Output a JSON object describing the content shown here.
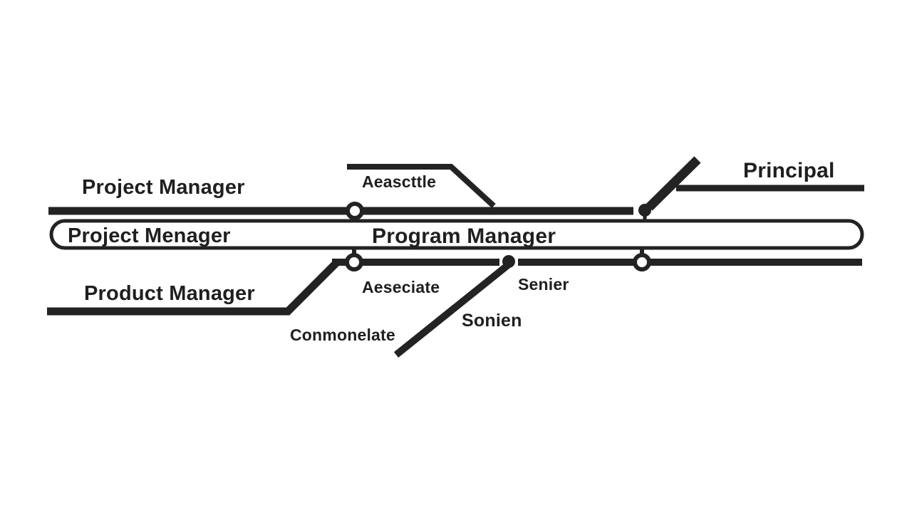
{
  "diagram": {
    "background_color": "#ffffff",
    "line_color": "#232323",
    "text_color": "#1f1f1f",
    "node_fill_color": "#ffffff",
    "labels": {
      "project_manager_track": "Project Manager",
      "associate_branch_top": "Aeascttle",
      "principal_branch": "Principal",
      "pill_left": "Project Menager",
      "pill_center": "Program Manager",
      "product_manager_track": "Product Manager",
      "associate_stop": "Aeseciate",
      "senior_stop": "Senier",
      "senior_diagonal": "Sonien",
      "commonelate_stop": "Conmonelate"
    }
  }
}
